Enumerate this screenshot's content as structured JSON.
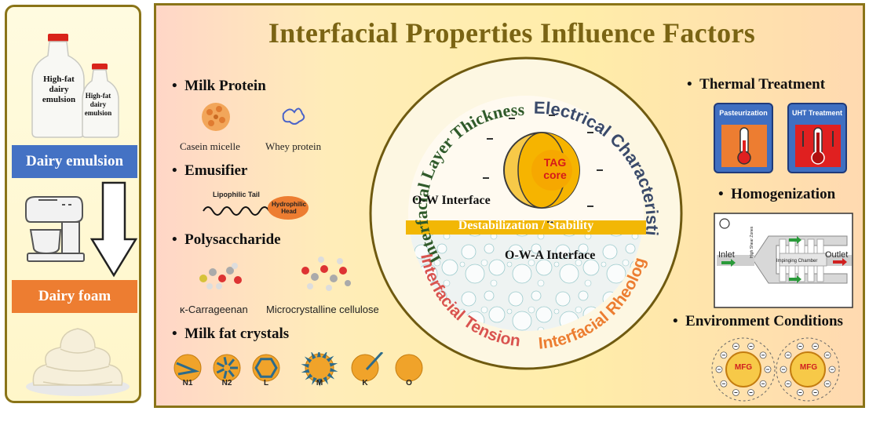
{
  "left_panel": {
    "bottle_large_label": "High-fat dairy emulsion",
    "bottle_small_label": "High-fat dairy emulsion",
    "dairy_emulsion": "Dairy emulsion",
    "dairy_foam": "Dairy foam"
  },
  "title": "Interfacial Properties Influence Factors",
  "left_factors": {
    "milk_protein": "Milk Protein",
    "casein": "Casein micelle",
    "whey": "Whey protein",
    "emulsifier": "Emusifier",
    "lipophilic": "Lipophilic Tail",
    "hydrophilic_1": "Hydrophilic",
    "hydrophilic_2": "Head",
    "polysaccharide": "Polysaccharide",
    "carrageenan": "κ-Carrageenan",
    "cellulose": "Microcrystalline cellulose",
    "fat_crystals": "Milk fat crystals",
    "crystal_labels": [
      "N1",
      "N2",
      "L",
      "M",
      "K",
      "O"
    ]
  },
  "center": {
    "ring_top_left": "Interfacial Layer Thickness",
    "ring_top_right": "Electrical Characteristic",
    "ring_bottom_left": "Interfacial Tension",
    "ring_bottom_right": "Interfacial Rheology",
    "tag_core_1": "TAG",
    "tag_core_2": "core",
    "ow_interface": "O-W Interface",
    "band": "Destabilization / Stability",
    "owa_interface": "O-W-A Interface"
  },
  "right_factors": {
    "thermal": "Thermal Treatment",
    "pasteurization": "Pasteurization",
    "uht": "UHT Treatment",
    "homogenization": "Homogenization",
    "inlet": "Inlet",
    "outlet": "Outlet",
    "impinging": "Impinging Chamber",
    "high_shear": "High Shear Zones",
    "environment": "Environment Conditions",
    "mfg_1": "MFG",
    "mfg_2": "MFG"
  },
  "colors": {
    "title": "#7a6414",
    "border": "#8a7418",
    "emulsion_blue": "#4472c4",
    "foam_orange": "#ed7d31",
    "ring_green": "#2f5a2a",
    "ring_blue": "#3a4a6a",
    "ring_red": "#d9534f",
    "ring_orange": "#ec7d31",
    "band": "#f2b705"
  }
}
